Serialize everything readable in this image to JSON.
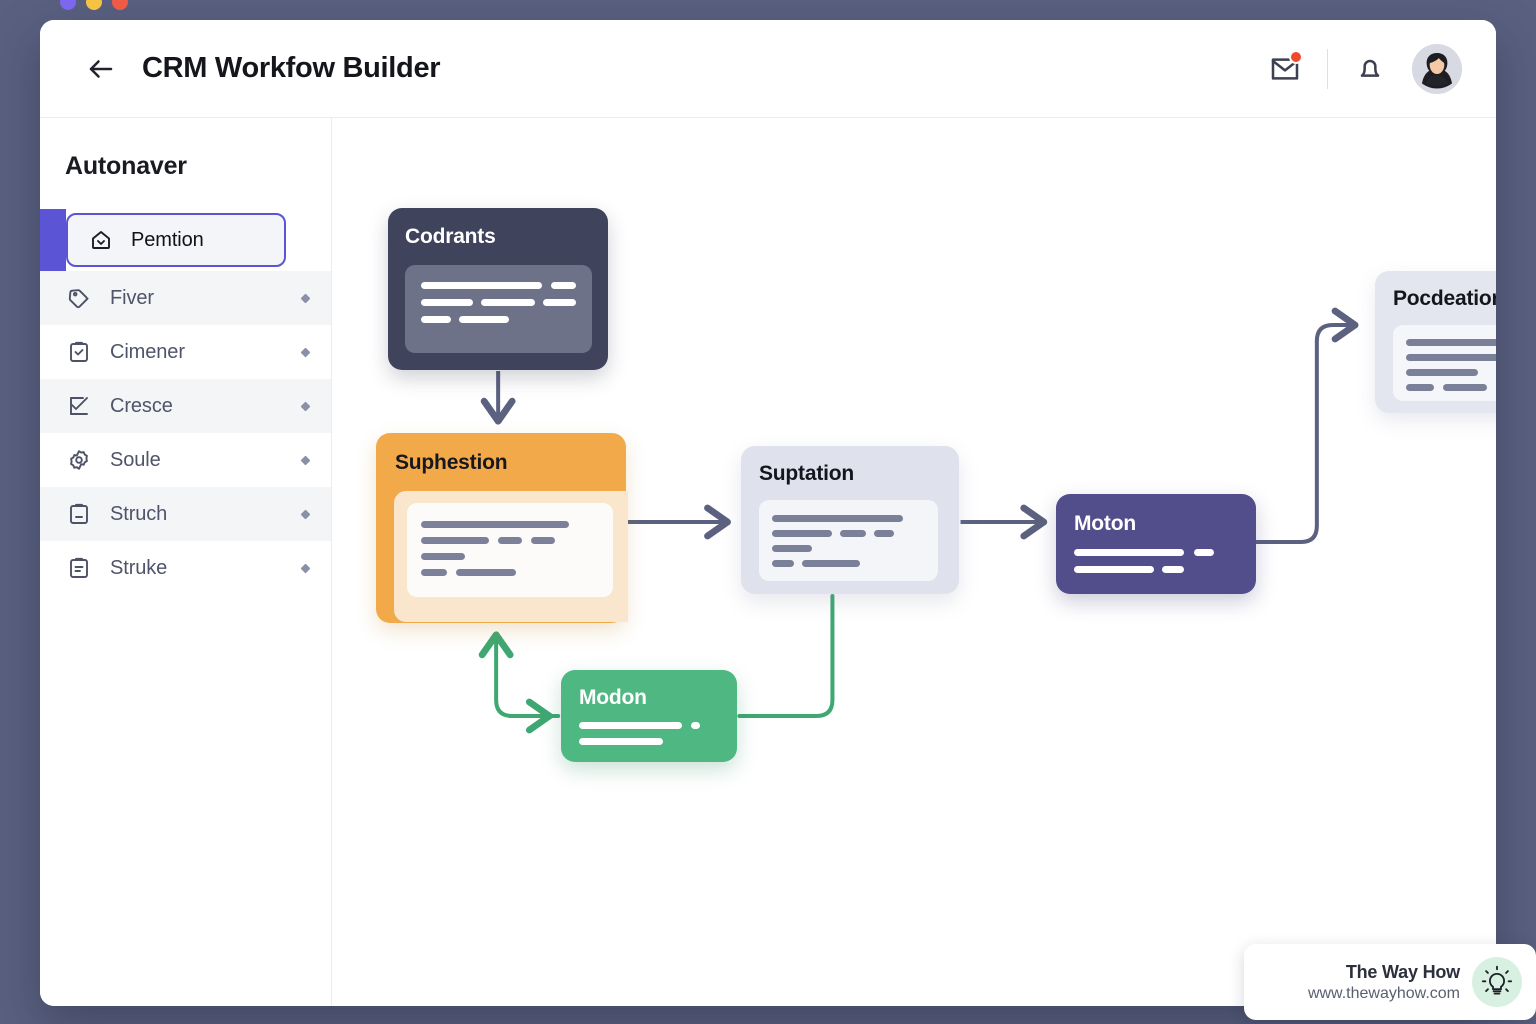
{
  "window_controls": [
    {
      "name": "close-dot",
      "color": "#7b68ee"
    },
    {
      "name": "minimize-dot",
      "color": "#f5c344"
    },
    {
      "name": "maximize-dot",
      "color": "#ef5b45"
    }
  ],
  "header": {
    "back_icon": "arrow-left-icon",
    "title": "CRM Workfow Builder",
    "mail_icon": "mail-icon",
    "mail_badge": "",
    "bell_icon": "bell-icon",
    "avatar": "user-avatar"
  },
  "sidebar": {
    "title": "Autonaver",
    "items": [
      {
        "label": "Pemtion",
        "icon": "home-upload-icon",
        "active": true,
        "marker": false
      },
      {
        "label": "Fiver",
        "icon": "tag-icon",
        "active": false,
        "marker": true
      },
      {
        "label": "Cimener",
        "icon": "clipboard-check-icon",
        "active": false,
        "marker": true
      },
      {
        "label": "Cresce",
        "icon": "checklist-icon",
        "active": false,
        "marker": true
      },
      {
        "label": "Soule",
        "icon": "gear-icon",
        "active": false,
        "marker": true
      },
      {
        "label": "Struch",
        "icon": "clipboard-minus-icon",
        "active": false,
        "marker": true
      },
      {
        "label": "Struke",
        "icon": "clipboard-lines-icon",
        "active": false,
        "marker": true
      }
    ]
  },
  "canvas": {
    "nodes": {
      "codrants": {
        "title": "Codrants",
        "color": "#3f445c"
      },
      "suphestion": {
        "title": "Suphestion",
        "color": "#f2a94a"
      },
      "suptation": {
        "title": "Suptation",
        "color": "#dfe1ec"
      },
      "moton": {
        "title": "Moton",
        "color": "#524d8b"
      },
      "modon": {
        "title": "Modon",
        "color": "#4fb882"
      },
      "pocdeation": {
        "title": "Pocdeation",
        "color": "#e3e5ef"
      }
    },
    "connector_colors": {
      "default": "#5c6180",
      "loop": "#3fa771"
    }
  },
  "watermark": {
    "title": "The Way How",
    "url": "www.thewayhow.com",
    "icon": "lightbulb-icon"
  }
}
